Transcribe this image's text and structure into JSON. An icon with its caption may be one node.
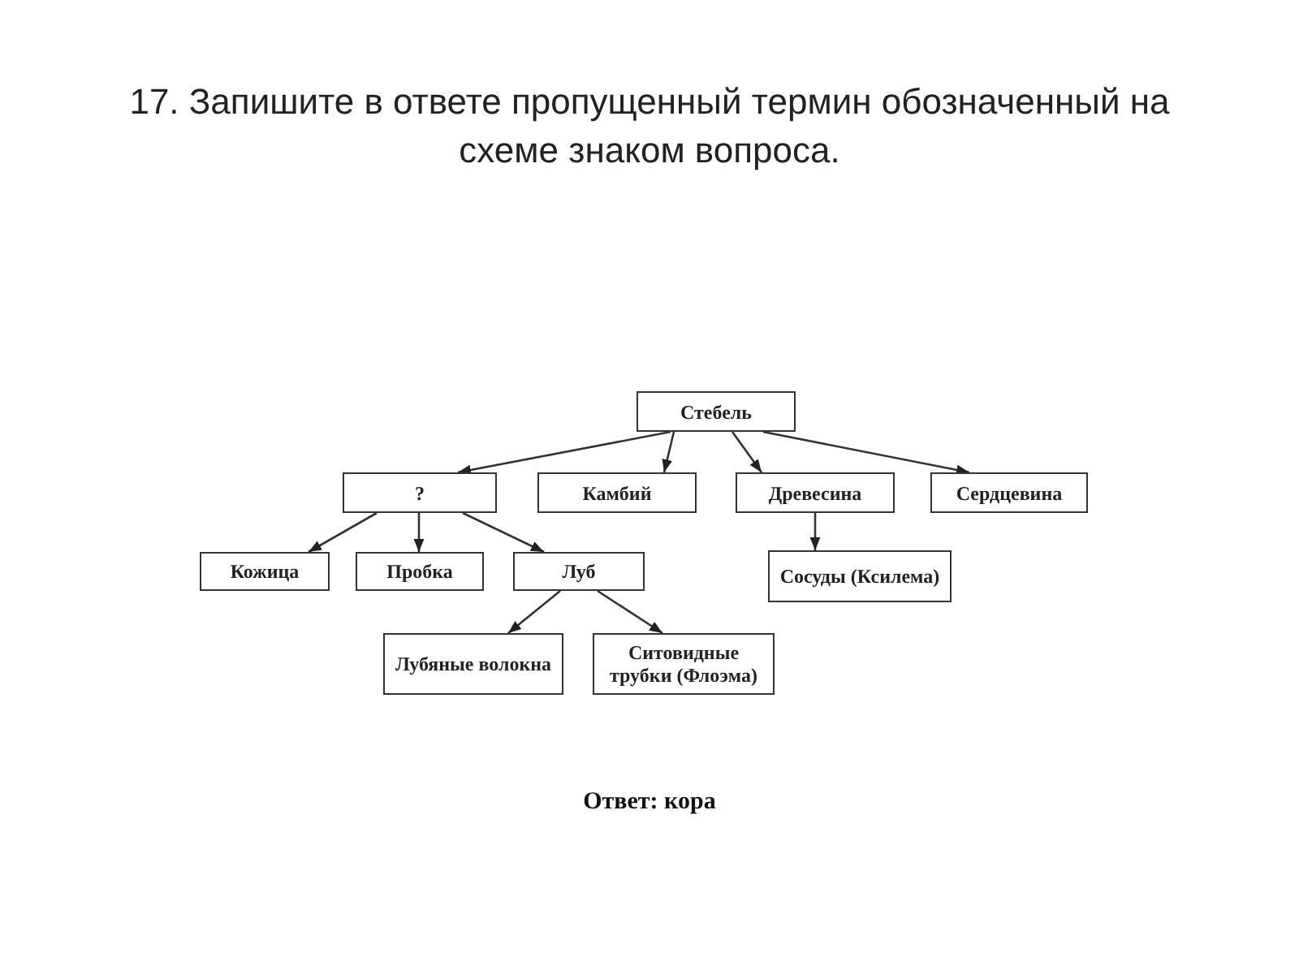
{
  "diagram": {
    "title": "17. Запишите в ответе пропущенный термин обозначенный на схеме знаком вопроса.",
    "nodes": [
      {
        "text": [
          "Стебель"
        ]
      },
      {
        "text": [
          "?"
        ]
      },
      {
        "text": [
          "Камбий"
        ]
      },
      {
        "text": [
          "Древесина"
        ]
      },
      {
        "text": [
          "Сердцевина"
        ]
      },
      {
        "text": [
          "Кожица"
        ]
      },
      {
        "text": [
          "Пробка"
        ]
      },
      {
        "text": [
          "Луб"
        ]
      },
      {
        "text": [
          "Сосуды (Ксилема)"
        ]
      },
      {
        "text": [
          "Лубяные волокна"
        ]
      },
      {
        "text": [
          "Ситовидные трубки (Флоэма)"
        ]
      }
    ],
    "edges": [
      {
        "from": 0,
        "to": 1,
        "arrow": "to"
      },
      {
        "from": 0,
        "to": 2,
        "arrow": "to"
      },
      {
        "from": 0,
        "to": 3,
        "arrow": "to"
      },
      {
        "from": 0,
        "to": 4,
        "arrow": "to"
      },
      {
        "from": 1,
        "to": 5,
        "arrow": "to"
      },
      {
        "from": 1,
        "to": 6,
        "arrow": "to"
      },
      {
        "from": 1,
        "to": 7,
        "arrow": "to"
      },
      {
        "from": 3,
        "to": 8,
        "arrow": "to"
      },
      {
        "from": 7,
        "to": 9,
        "arrow": "to"
      },
      {
        "from": 7,
        "to": 10,
        "arrow": "to"
      }
    ],
    "labels": [
      "Ответ: кора"
    ]
  }
}
